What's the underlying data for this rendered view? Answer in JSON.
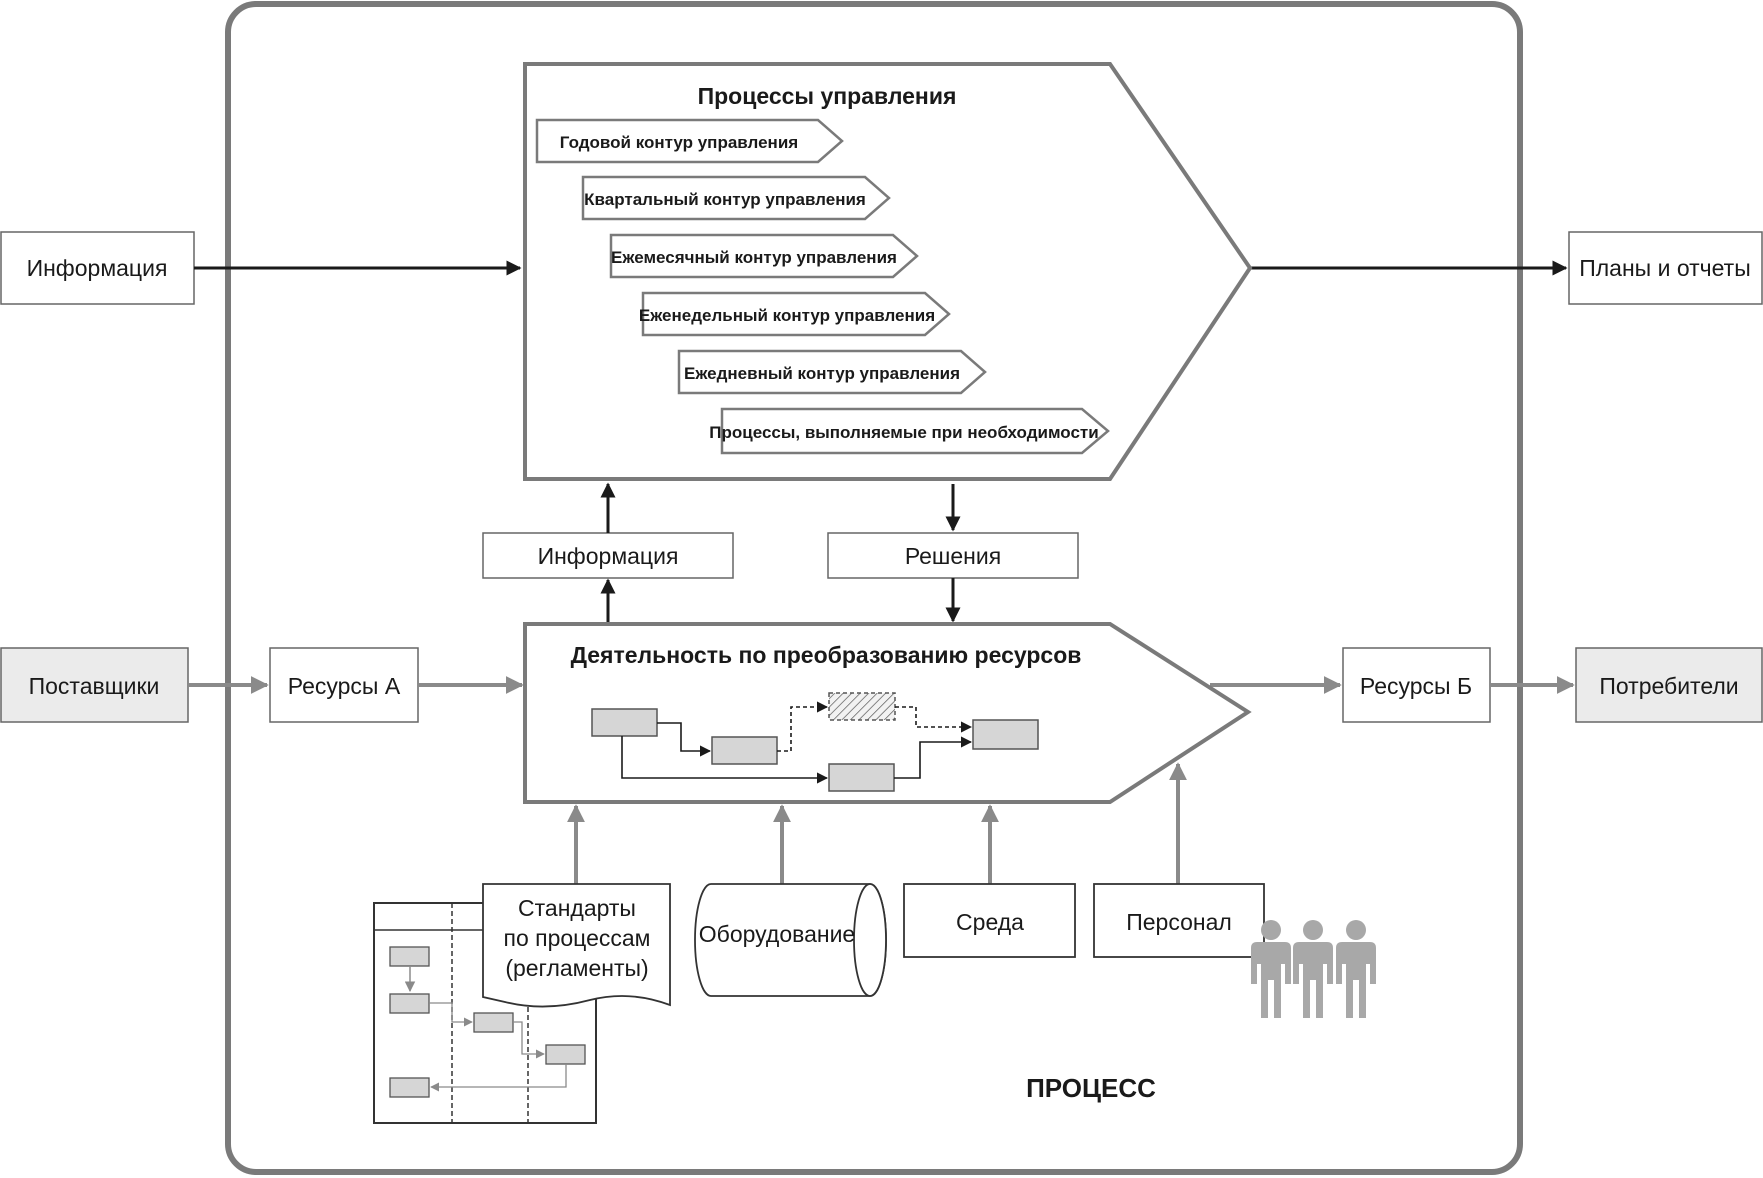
{
  "process_label": "ПРОЦЕСС",
  "external": {
    "info_in": "Информация",
    "plans_out": "Планы и отчеты",
    "suppliers": "Поставщики",
    "consumers": "Потребители"
  },
  "management": {
    "title": "Процессы управления",
    "contours": [
      "Годовой контур управления",
      "Квартальный контур управления",
      "Ежемесячный контур управления",
      "Еженедельный контур управления",
      "Ежедневный контур управления",
      "Процессы, выполняемые при необходимости"
    ]
  },
  "mid": {
    "information": "Информация",
    "decisions": "Решения"
  },
  "resources": {
    "a": "Ресурсы А",
    "b": "Ресурсы Б"
  },
  "activity": {
    "title": "Деятельность по преобразованию ресурсов"
  },
  "inputs": {
    "standards_lines": [
      "Стандарты",
      "по процессам",
      "(регламенты)"
    ],
    "equipment": "Оборудование",
    "environment": "Среда",
    "personnel": "Персонал"
  },
  "colors": {
    "frame": "#7a7a7a",
    "black_arrow": "#1a1a1a",
    "gray_arrow": "#8a8a8a",
    "shaded_box": "#ebebeb",
    "mini_box": "#d6d6d6",
    "person": "#a8a8a8"
  }
}
